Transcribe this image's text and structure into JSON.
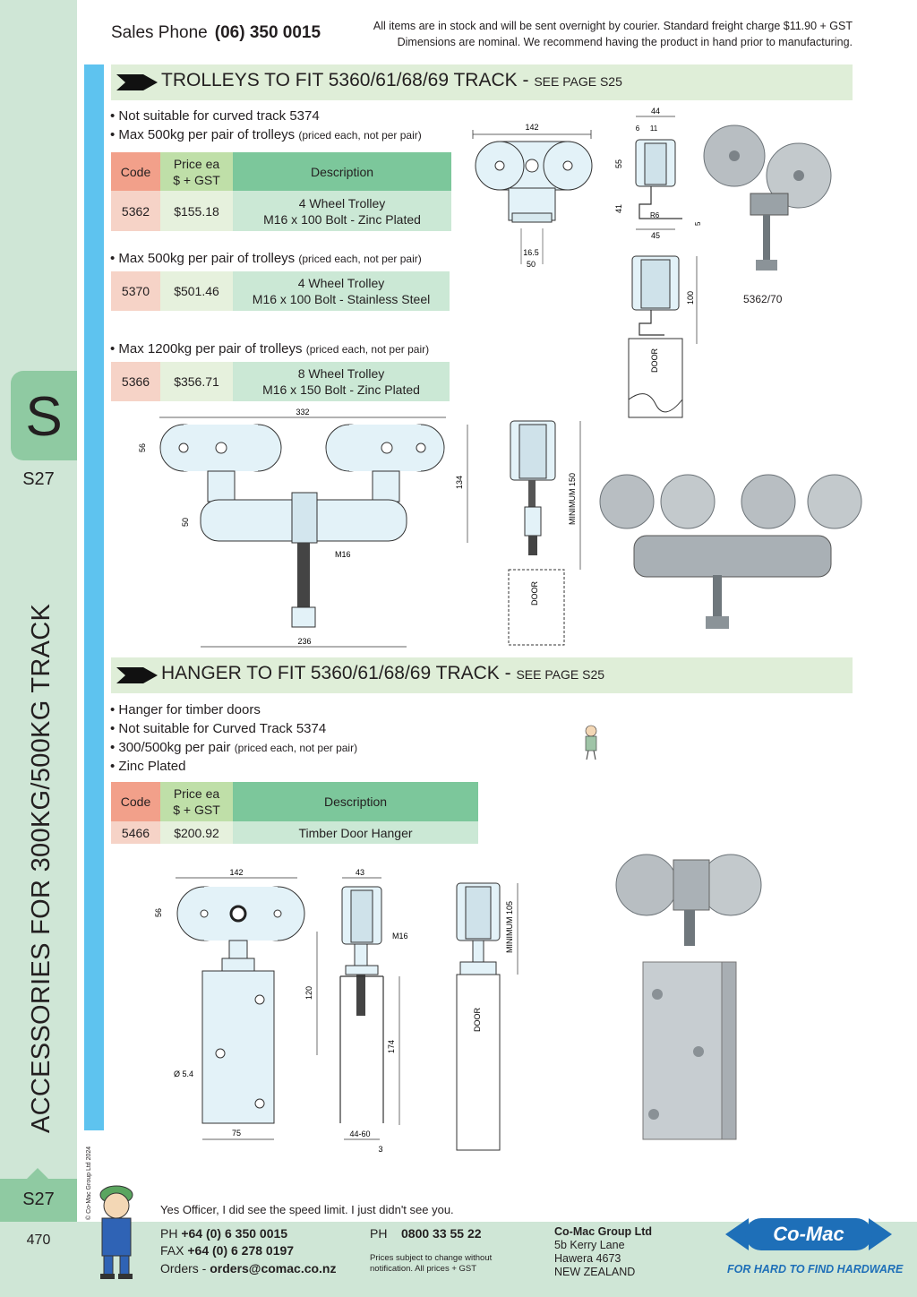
{
  "header": {
    "sales_label": "Sales Phone",
    "sales_phone": "(06) 350 0015",
    "notice_line1": "All items are in stock and will be sent overnight by courier. Standard freight charge $11.90 + GST",
    "notice_line2": "Dimensions are nominal. We recommend having the product in hand prior to manufacturing."
  },
  "sidebar": {
    "section_letter": "S",
    "page_code": "S27",
    "vertical_title": "ACCESSORIES FOR 300KG/500KG TRACK",
    "bottom_code": "S27",
    "page_number": "470",
    "copyright": "© Co-Mac Group Ltd 2024"
  },
  "trolleys": {
    "title": "TROLLEYS TO FIT 5360/61/68/69 TRACK - ",
    "see_page": "SEE PAGE S25",
    "bullet_1": "• Not suitable for curved track 5374",
    "bullet_2": "• Max 500kg per pair of trolleys",
    "bullet_2_note": "(priced each, not per pair)",
    "table_header": {
      "code": "Code",
      "price_1": "Price ea",
      "price_2": "$ + GST",
      "description": "Description"
    },
    "row_5362": {
      "code": "5362",
      "price": "$155.18",
      "desc_1": "4 Wheel Trolley",
      "desc_2": "M16 x 100 Bolt - Zinc Plated"
    },
    "bullet_3": "• Max 500kg per pair of trolleys",
    "bullet_3_note": "(priced each, not per pair)",
    "row_5370": {
      "code": "5370",
      "price": "$501.46",
      "desc_1": "4 Wheel Trolley",
      "desc_2": "M16 x 100 Bolt - Stainless Steel"
    },
    "bullet_4": "• Max 1200kg per pair of trolleys",
    "bullet_4_note": "(priced each, not per pair)",
    "row_5366": {
      "code": "5366",
      "price": "$356.71",
      "desc_1": "8 Wheel Trolley",
      "desc_2": "M16 x 150 Bolt - Zinc Plated"
    },
    "photo_caption": "5362/70",
    "dims_front": {
      "width": "142",
      "d_16": "16.5",
      "d_50": "50"
    },
    "dims_side": {
      "top": "44",
      "d6": "6",
      "d11": "11",
      "h55": "55",
      "h41": "41",
      "r6": "R6",
      "d5": "5",
      "w45": "45",
      "h100": "100",
      "door": "DOOR"
    },
    "dims_8wheel": {
      "width": "332",
      "h56": "56",
      "h50": "50",
      "h134": "134",
      "bolt": "M16",
      "w236": "236",
      "min150": "MINIMUM 150",
      "door": "DOOR"
    }
  },
  "hanger": {
    "title": "HANGER TO FIT 5360/61/68/69 TRACK - ",
    "see_page": "SEE PAGE S25",
    "bullet_1": "• Hanger for timber doors",
    "bullet_2": "• Not suitable for Curved Track 5374",
    "bullet_3": "• 300/500kg per pair",
    "bullet_3_note": "(priced each, not per pair)",
    "bullet_4": "• Zinc Plated",
    "table_header": {
      "code": "Code",
      "price_1": "Price ea",
      "price_2": "$ + GST",
      "description": "Description"
    },
    "row_5466": {
      "code": "5466",
      "price": "$200.92",
      "desc": "Timber Door Hanger"
    },
    "dims_front": {
      "w142": "142",
      "h56": "56",
      "h120": "120",
      "hole": "Ø 5.4",
      "w75": "75"
    },
    "dims_side": {
      "w43": "43",
      "bolt": "M16",
      "h174": "174",
      "w4460": "44-60",
      "d3": "3"
    },
    "dims_door": {
      "min105": "MINIMUM 105",
      "door": "DOOR"
    }
  },
  "footer": {
    "quote": "Yes Officer, I did see the speed limit. I just didn't see you.",
    "ph_label": "PH",
    "ph_value": "+64 (0) 6 350 0015",
    "fax_label": "FAX",
    "fax_value": "+64 (0) 6 278 0197",
    "orders_label": "Orders -",
    "orders_value": "orders@comac.co.nz",
    "ph2_label": "PH",
    "ph2_value": "0800 33 55 22",
    "prices_note_1": "Prices subject to change without",
    "prices_note_2": "notification. All prices + GST",
    "company": "Co-Mac Group Ltd",
    "addr_1": "5b Kerry Lane",
    "addr_2": "Hawera 4673",
    "addr_3": "NEW ZEALAND",
    "logo_text": "Co-Mac",
    "tagline": "FOR HARD TO FIND HARDWARE"
  },
  "colors": {
    "sidebar_green": "#cfe6d6",
    "tab_green": "#8fcaa2",
    "blue_bar": "#5ec3ef",
    "header_band": "#dfeed8",
    "code_header": "#f2a08a",
    "brand_blue": "#1e6fb8"
  }
}
